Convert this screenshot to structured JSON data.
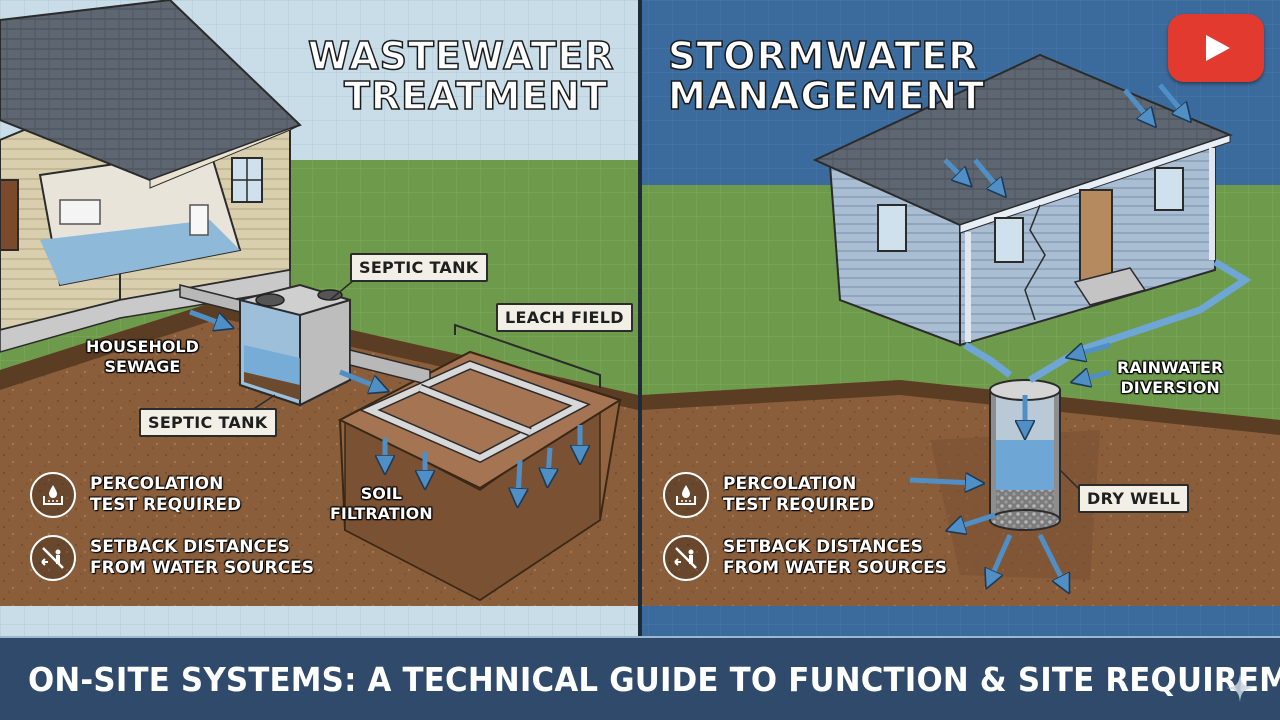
{
  "panels": {
    "left": {
      "title_line1": "WASTEWATER",
      "title_line2": "TREATMENT",
      "labels": {
        "septic_tank_top": "SEPTIC TANK",
        "leach_field": "LEACH FIELD",
        "household_sewage_line1": "HOUSEHOLD",
        "household_sewage_line2": "SEWAGE",
        "septic_tank_bottom": "SEPTIC TANK",
        "soil_filtration_line1": "SOIL",
        "soil_filtration_line2": "FILTRATION"
      },
      "requirements": [
        {
          "icon": "percolation-test-icon",
          "line1": "PERCOLATION",
          "line2": "TEST REQUIRED"
        },
        {
          "icon": "setback-distance-icon",
          "line1": "SETBACK DISTANCES",
          "line2": "FROM WATER SOURCES"
        }
      ]
    },
    "right": {
      "title_line1": "STORMWATER",
      "title_line2": "MANAGEMENT",
      "labels": {
        "rainwater_diversion_line1": "RAINWATER",
        "rainwater_diversion_line2": "DIVERSION",
        "dry_well": "DRY WELL"
      },
      "requirements": [
        {
          "icon": "percolation-test-icon",
          "line1": "PERCOLATION",
          "line2": "TEST REQUIRED"
        },
        {
          "icon": "setback-distance-icon",
          "line1": "SETBACK DISTANCES",
          "line2": "FROM WATER SOURCES"
        }
      ]
    }
  },
  "banner": {
    "text": "ON-SITE SYSTEMS: A TECHNICAL GUIDE TO FUNCTION & SITE REQUIREMENTS"
  },
  "icons": {
    "video_button": "youtube-play-icon",
    "corner": "sparkle-icon"
  },
  "colors": {
    "left_sky": "#c9dde8",
    "right_sky": "#3b6a9c",
    "grass": "#6e9a4c",
    "soil": "#8a5e3b",
    "water": "#6ea7d6",
    "banner": "#2f4a6b",
    "video_button": "#e33a2f"
  }
}
